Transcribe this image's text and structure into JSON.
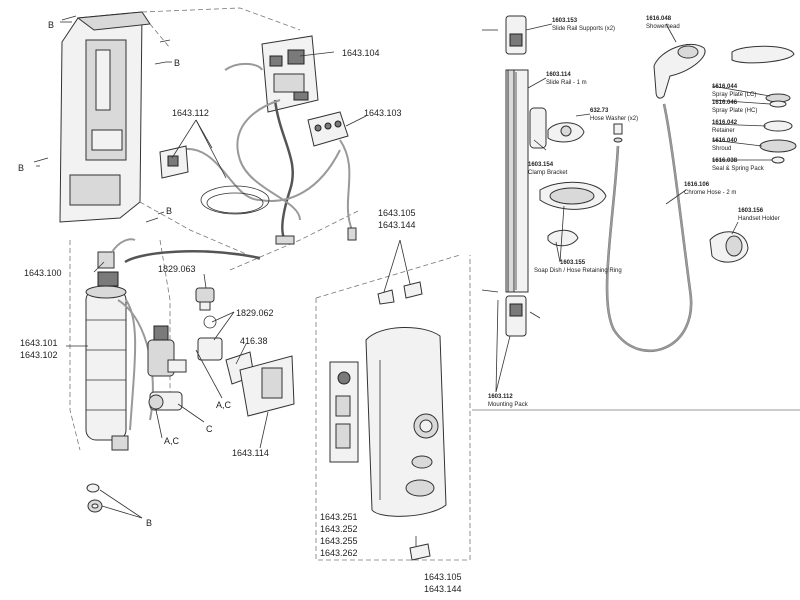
{
  "left_panel": {
    "labels": {
      "b_screw_top": "B",
      "b_screw_top_right": "B",
      "b_screw_left": "B",
      "b_screw_mid": "B",
      "b_bottom": "B",
      "p1643_104": "1643.104",
      "p1643_112": "1643.112",
      "p1643_103": "1643.103",
      "p1643_105_top": "1643.105",
      "p1643_144_top": "1643.144",
      "p1643_100": "1643.100",
      "p1829_063": "1829.063",
      "p1829_062": "1829.062",
      "p1643_101": "1643.101",
      "p1643_102": "1643.102",
      "p416_38": "416.38",
      "ac_1": "A,C",
      "c_1": "C",
      "ac_2": "A,C",
      "p1643_114": "1643.114",
      "p1643_251": "1643.251",
      "p1643_252": "1643.252",
      "p1643_255": "1643.255",
      "p1643_262": "1643.262",
      "p1643_105_bot": "1643.105",
      "p1643_144_bot": "1643.144"
    }
  },
  "right_panel": {
    "labels": {
      "p1603_153": "1603.153",
      "slide_rail_supports": "Slide Rail Supports (x2)",
      "p1603_114": "1603.114",
      "slide_rail": "Slide Rail - 1 m",
      "p632_73": "632.73",
      "hose_washer": "Hose Washer (x2)",
      "p1603_154": "1603.154",
      "clamp_bracket": "Clamp Bracket",
      "p1603_155": "1603.155",
      "soap_dish": "Soap Dish / Hose Retaining Ring",
      "p1603_112": "1603.112",
      "mounting_pack": "Mounting Pack",
      "p1616_048": "1616.048",
      "showerhead": "Showerhead",
      "p1616_044": "1616.044",
      "spray_plate_lc": "Spray Plate (LC)",
      "p1616_046": "1616.046",
      "spray_plate_hc": "Spray Plate (HC)",
      "p1616_042": "1616.042",
      "retainer": "Retainer",
      "p1616_040": "1616.040",
      "shroud": "Shroud",
      "p1616_038": "1616.038",
      "seal_spring": "Seal & Spring Pack",
      "p1616_106": "1616.106",
      "chrome_hose": "Chrome Hose - 2 m",
      "p1603_156": "1603.156",
      "handset_holder": "Handset Holder"
    }
  }
}
